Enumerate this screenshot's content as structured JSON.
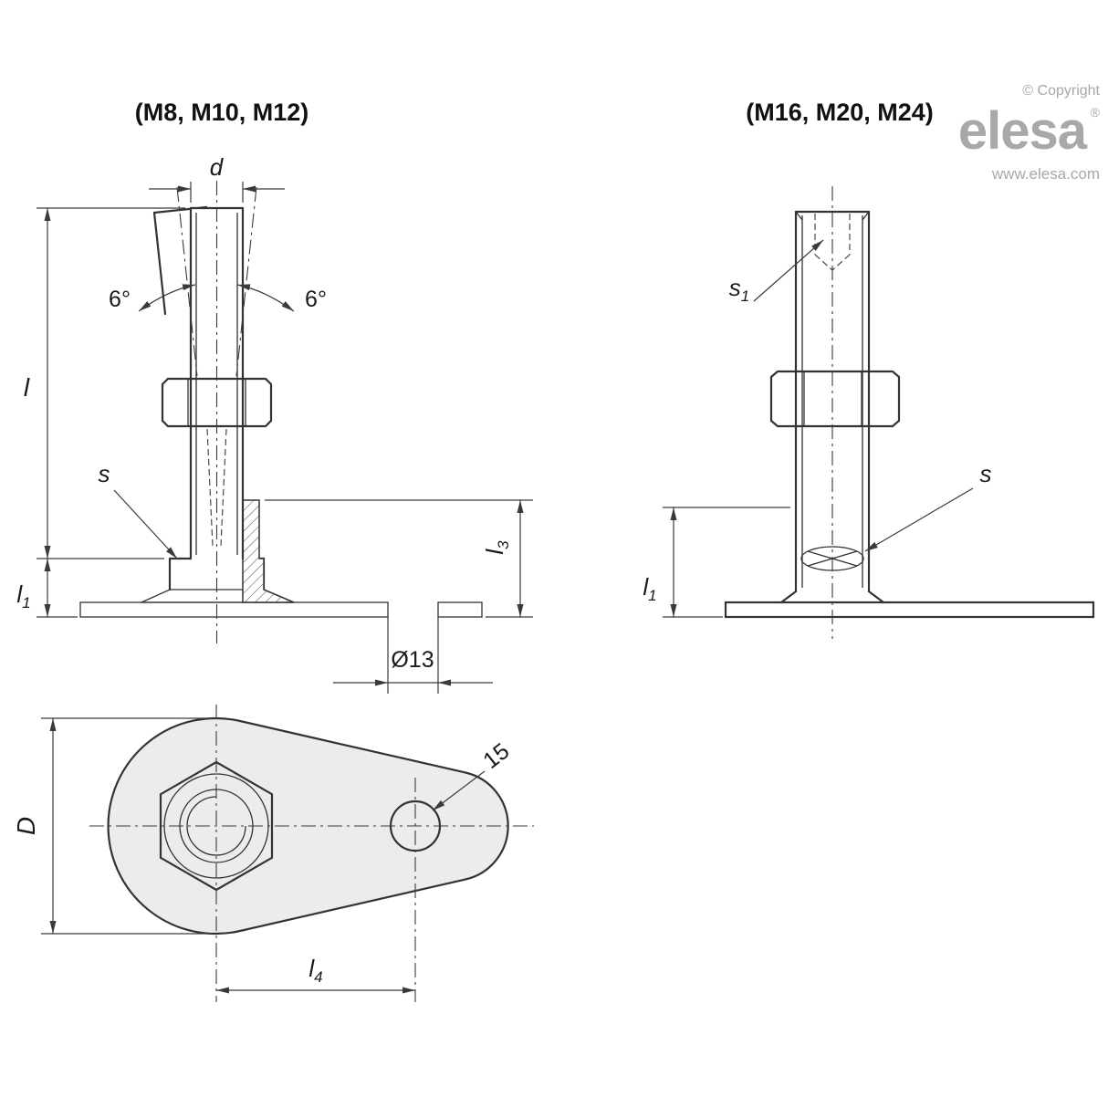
{
  "branding": {
    "copyright": "© Copyright",
    "brand": "elesa",
    "registered": "®",
    "website": "www.elesa.com"
  },
  "view_front_small": {
    "title": "(M8, M10, M12)",
    "dim_d": "d",
    "angle_left": "6°",
    "angle_right": "6°",
    "dim_l": "l",
    "label_s": "s",
    "dim_l1": {
      "base": "l",
      "sub": "1"
    },
    "dim_l3": {
      "base": "l",
      "sub": "3"
    },
    "dim_hole": "Ø13"
  },
  "view_front_large": {
    "title": "(M16, M20, M24)",
    "label_s1": {
      "base": "s",
      "sub": "1"
    },
    "label_s": "s",
    "dim_l1": {
      "base": "l",
      "sub": "1"
    }
  },
  "view_top": {
    "dim_D": "D",
    "dim_hole": "15",
    "dim_l4": {
      "base": "l",
      "sub": "4"
    }
  }
}
